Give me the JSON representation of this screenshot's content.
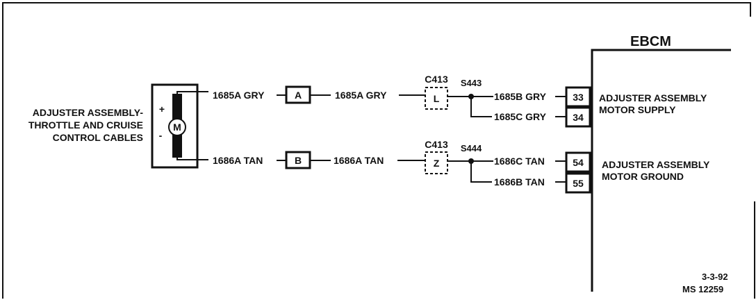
{
  "ebcm": {
    "title": "EBCM"
  },
  "component": {
    "label_lines": [
      "ADJUSTER ASSEMBLY-",
      "THROTTLE AND CRUISE",
      "CONTROL CABLES"
    ],
    "motor_symbol": "M",
    "plus": "+",
    "minus": "-"
  },
  "circuit_supply": {
    "wire_left": "1685A GRY",
    "connector_a": "A",
    "wire_mid": "1685A GRY",
    "connector_c413": "C413",
    "pin_l": "L",
    "splice": "S443",
    "wire_b": "1685B GRY",
    "wire_c": "1685C GRY",
    "pin_33": "33",
    "pin_34": "34",
    "label_line1": "ADJUSTER ASSEMBLY",
    "label_line2": "MOTOR SUPPLY"
  },
  "circuit_ground": {
    "wire_left": "1686A TAN",
    "connector_b": "B",
    "wire_mid": "1686A TAN",
    "connector_c413": "C413",
    "pin_z": "Z",
    "splice": "S444",
    "wire_c": "1686C TAN",
    "wire_b": "1686B TAN",
    "pin_54": "54",
    "pin_55": "55",
    "label_line1": "ADJUSTER ASSEMBLY",
    "label_line2": "MOTOR GROUND"
  },
  "footer": {
    "date": "3-3-92",
    "ref": "MS 12259"
  }
}
